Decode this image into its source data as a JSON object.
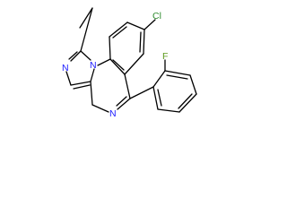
{
  "molecule": {
    "atoms": {
      "chlorine": {
        "label": "Cl",
        "color": "#2e8b2e"
      },
      "fluorine": {
        "label": "F",
        "color": "#5c9a1c"
      },
      "imidazole_n_top": {
        "label": "N",
        "color": "#1a1aff"
      },
      "imidazole_n_bottom": {
        "label": "N",
        "color": "#1a1aff"
      },
      "diazepine_n": {
        "label": "N",
        "color": "#1a1aff"
      }
    },
    "bond_color": "#000000"
  }
}
